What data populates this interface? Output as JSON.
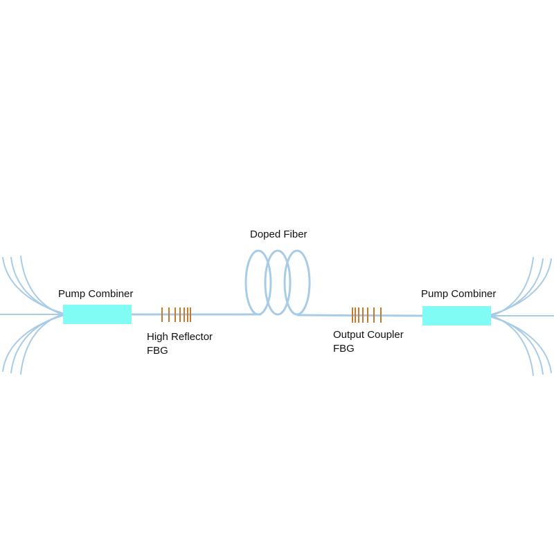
{
  "labels": {
    "doped_fiber": "Doped Fiber",
    "pump_combiner_left": "Pump Combiner",
    "pump_combiner_right": "Pump Combiner",
    "high_reflector_line1": "High Reflector",
    "high_reflector_line2": "FBG",
    "output_coupler_line1": "Output Coupler",
    "output_coupler_line2": "FBG"
  },
  "colors": {
    "fiber": "#a8cce6",
    "combiner": "#80fcf4",
    "grating": "#c8782a",
    "text": "#111111"
  }
}
